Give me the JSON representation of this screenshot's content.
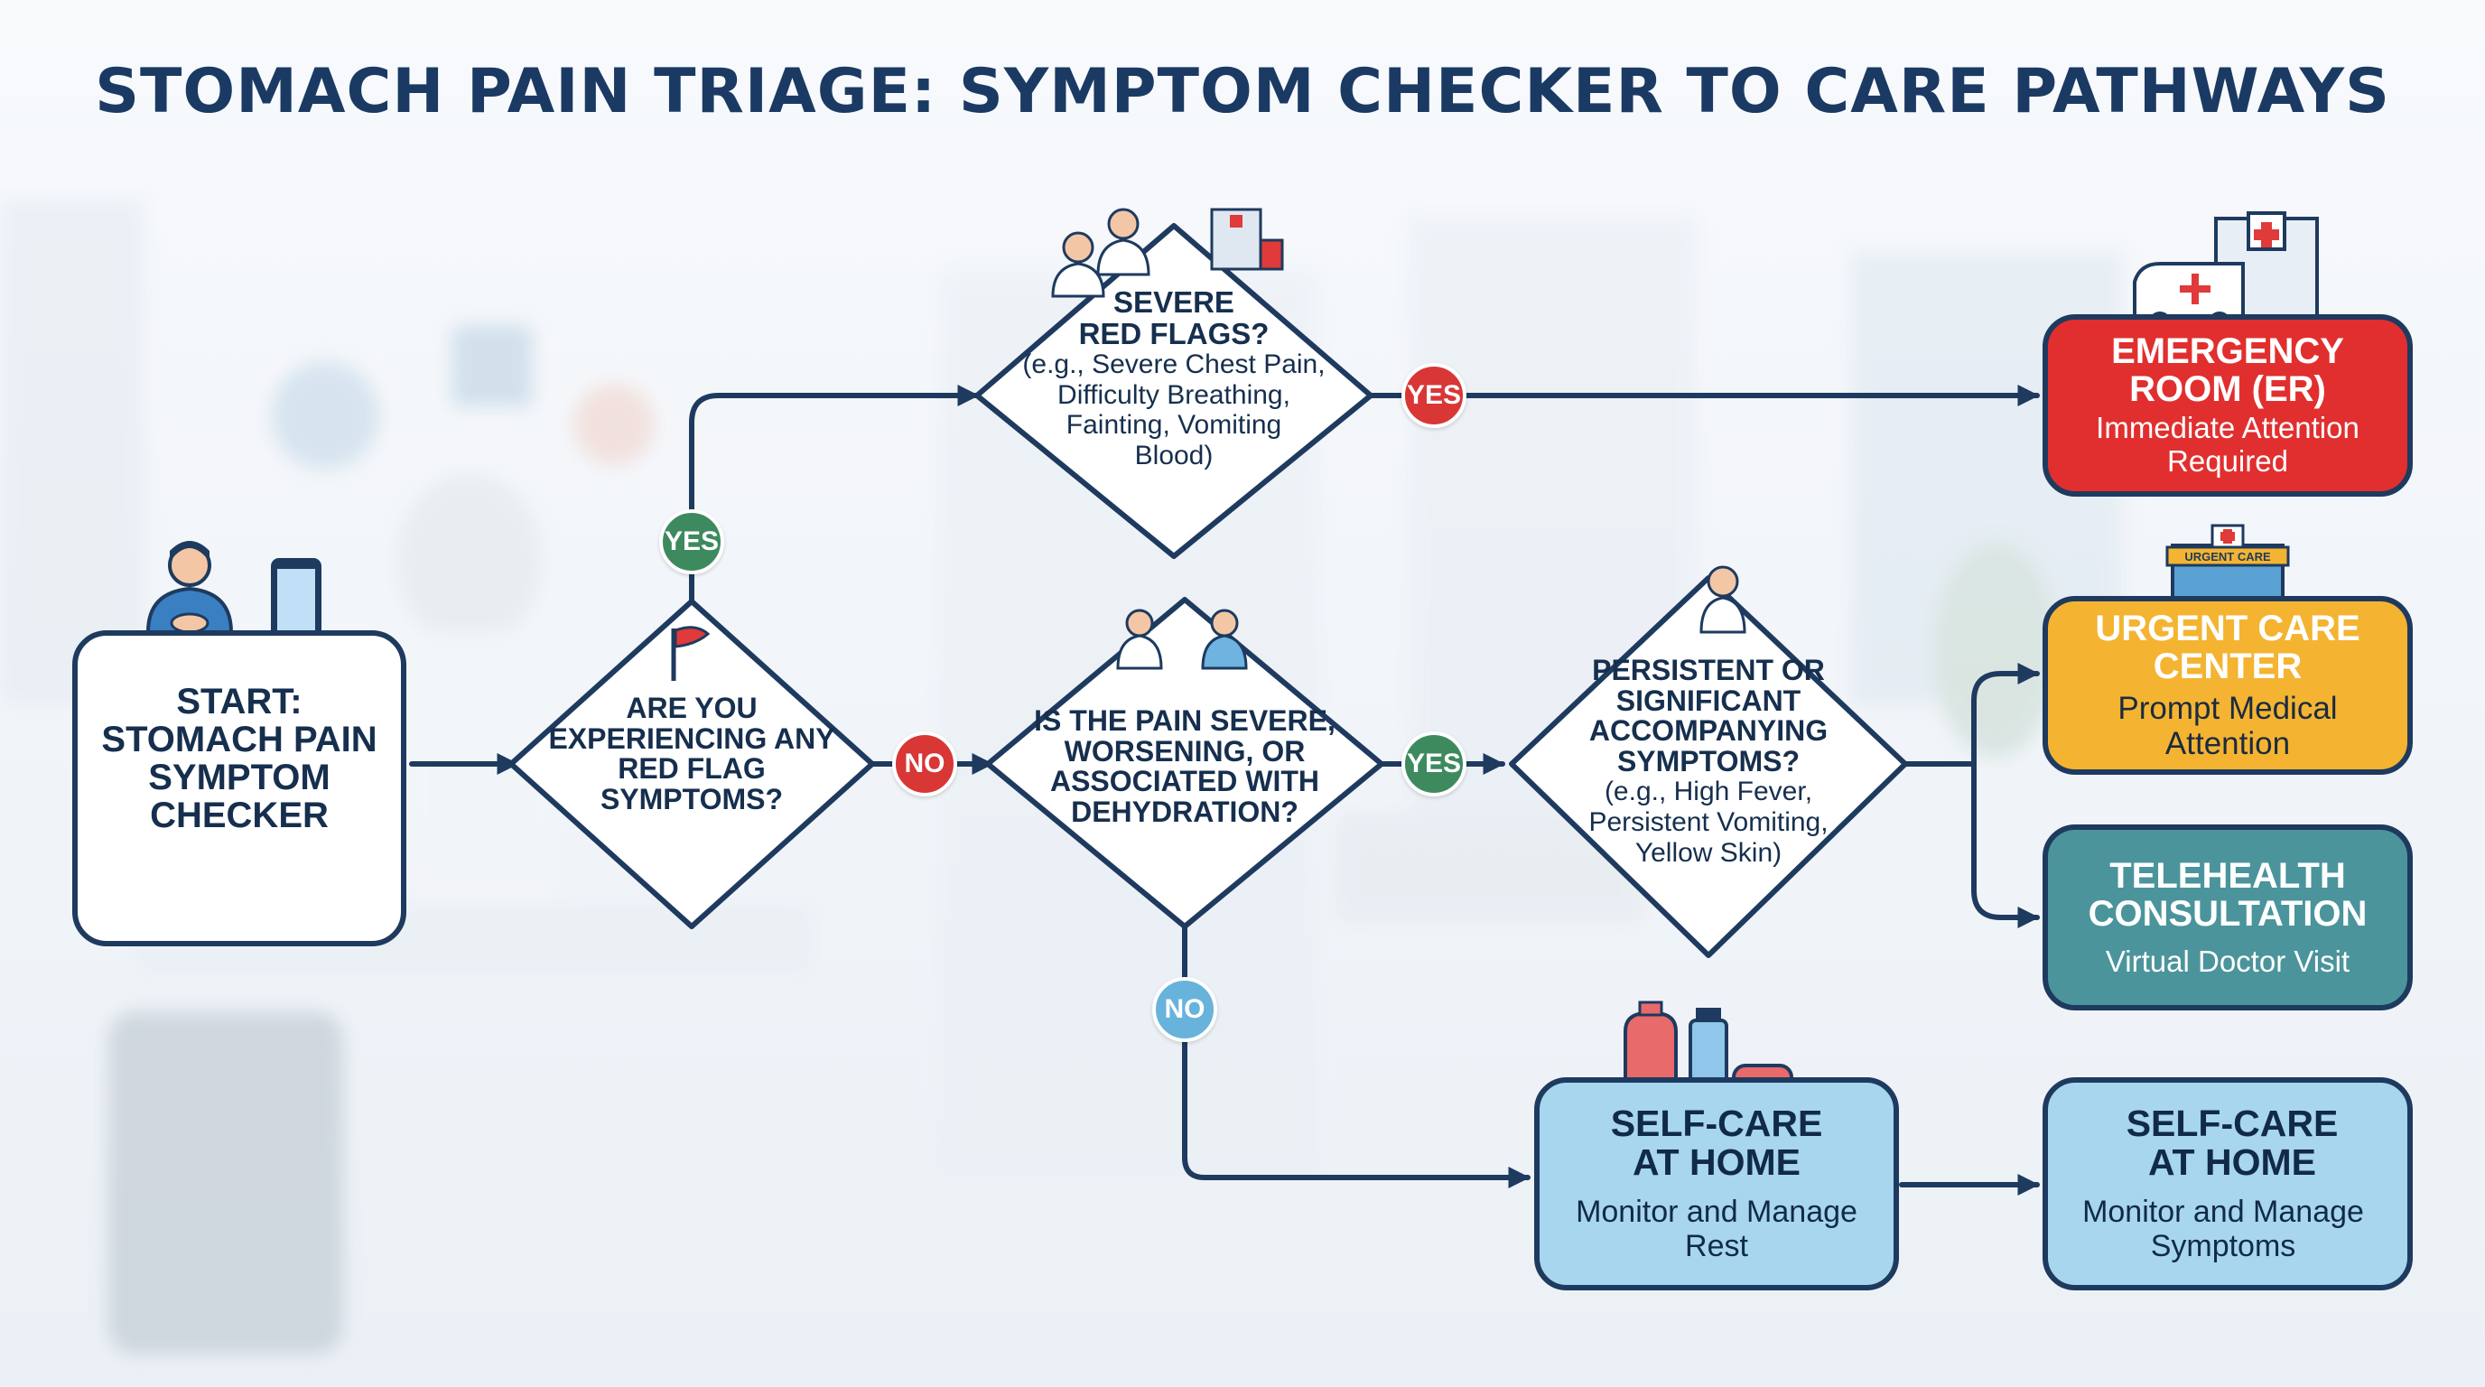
{
  "title": "STOMACH PAIN TRIAGE: SYMPTOM CHECKER TO CARE PATHWAYS",
  "nodes": {
    "start": {
      "title": "START:\nSTOMACH PAIN\nSYMPTOM\nCHECKER"
    },
    "redflag_question": {
      "title": "ARE YOU\nEXPERIENCING ANY\nRED FLAG\nSYMPTOMS?"
    },
    "severe_red_flags": {
      "title": "SEVERE\nRED FLAGS?",
      "examples": "(e.g., Severe Chest Pain,\nDifficulty Breathing,\nFainting, Vomiting\nBlood)"
    },
    "pain_severe": {
      "title": "IS THE PAIN SEVERE,\nWORSENING, OR\nASSOCIATED WITH\nDEHYDRATION?"
    },
    "persistent": {
      "title": "PERSISTENT OR\nSIGNIFICANT\nACCOMPANYING\nSYMPTOMS?",
      "examples": "(e.g., High Fever,\nPersistent Vomiting,\nYellow Skin)"
    },
    "er": {
      "title": "EMERGENCY\nROOM (ER)",
      "subtitle": "Immediate Attention\nRequired"
    },
    "urgent_care": {
      "title": "URGENT CARE\nCENTER",
      "subtitle": "Prompt Medical\nAttention",
      "sign": "URGENT CARE"
    },
    "telehealth": {
      "title": "TELEHEALTH\nCONSULTATION",
      "subtitle": "Virtual Doctor Visit"
    },
    "selfcare_home_1": {
      "title": "SELF-CARE\nAT HOME",
      "subtitle": "Monitor and Manage\nRest"
    },
    "selfcare_home_2": {
      "title": "SELF-CARE\nAT HOME",
      "subtitle": "Monitor and Manage\nSymptoms"
    }
  },
  "edge_labels": {
    "yes_to_severe": "YES",
    "yes_to_er": "YES",
    "no_to_pain": "NO",
    "yes_to_persistent": "YES",
    "no_to_selfcare": "NO"
  },
  "colors": {
    "navy": "#1e3a5f",
    "er_red": "#e12f2f",
    "urgent_yellow": "#f4b431",
    "telehealth_teal": "#4b949c",
    "selfcare_blue": "#a7d6ee",
    "yes_green": "#3e8a5f",
    "no_red": "#d93636",
    "no_blue": "#68b3dc"
  }
}
